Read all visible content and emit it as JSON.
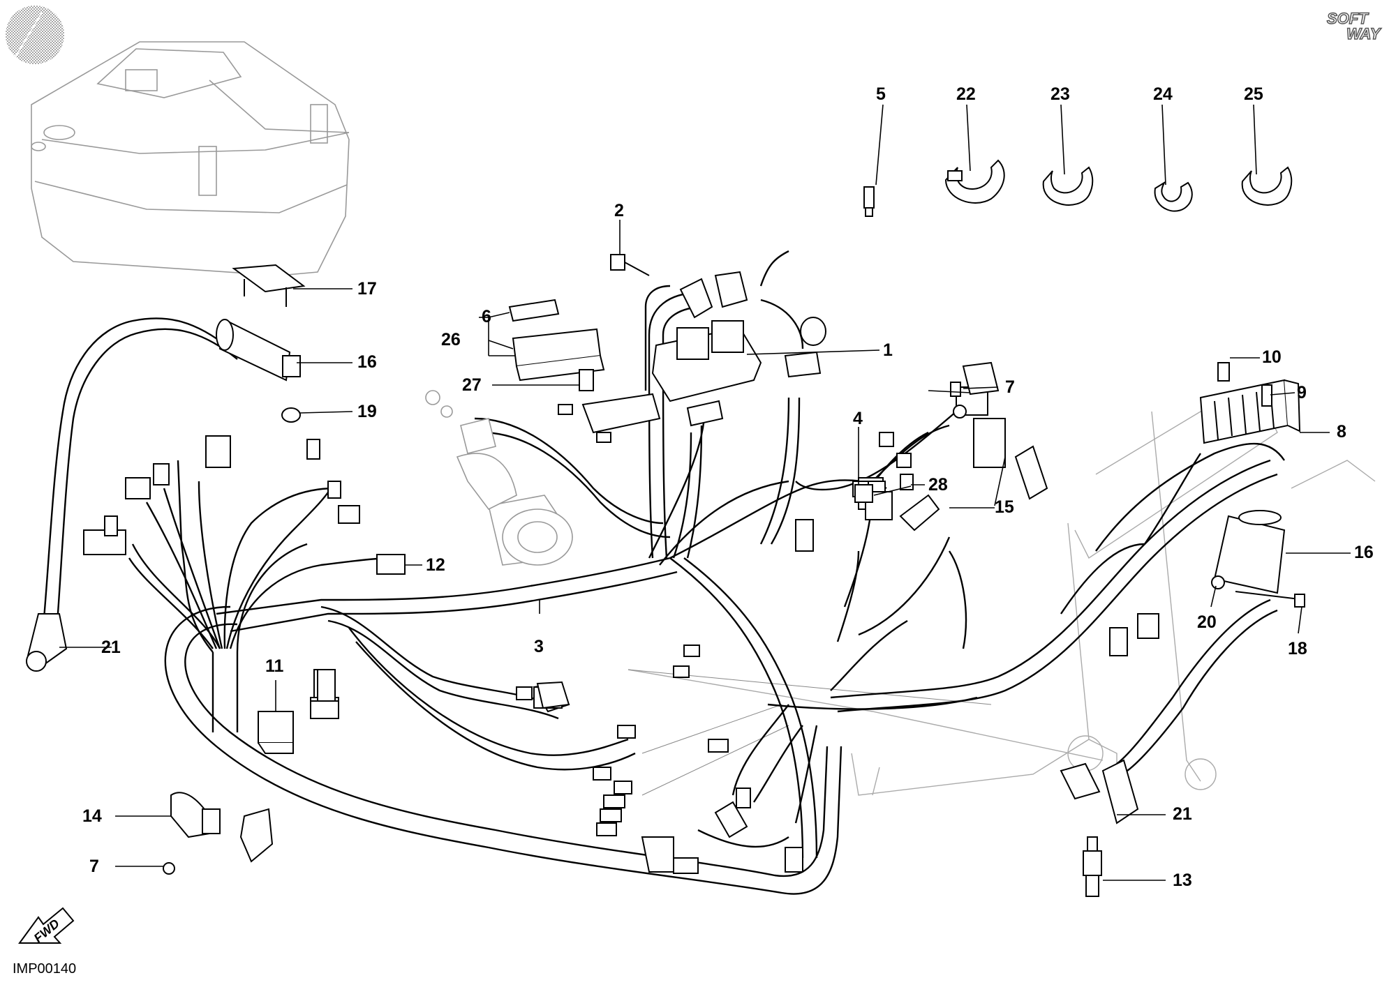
{
  "drawing_code": "IMP00140",
  "logo": {
    "line1": "SOFT",
    "line2": "WAY"
  },
  "fwd_arrow": "FWD",
  "callouts": [
    {
      "id": "c1",
      "text": "1"
    },
    {
      "id": "c2",
      "text": "2"
    },
    {
      "id": "c3",
      "text": "3"
    },
    {
      "id": "c4",
      "text": "4"
    },
    {
      "id": "c5",
      "text": "5"
    },
    {
      "id": "c6",
      "text": "6"
    },
    {
      "id": "c7a",
      "text": "7"
    },
    {
      "id": "c7b",
      "text": "7"
    },
    {
      "id": "c8",
      "text": "8"
    },
    {
      "id": "c9",
      "text": "9"
    },
    {
      "id": "c10",
      "text": "10"
    },
    {
      "id": "c11",
      "text": "11"
    },
    {
      "id": "c12",
      "text": "12"
    },
    {
      "id": "c13",
      "text": "13"
    },
    {
      "id": "c14",
      "text": "14"
    },
    {
      "id": "c15",
      "text": "15"
    },
    {
      "id": "c16a",
      "text": "16"
    },
    {
      "id": "c16b",
      "text": "16"
    },
    {
      "id": "c17",
      "text": "17"
    },
    {
      "id": "c18",
      "text": "18"
    },
    {
      "id": "c19",
      "text": "19"
    },
    {
      "id": "c20",
      "text": "20"
    },
    {
      "id": "c21a",
      "text": "21"
    },
    {
      "id": "c21b",
      "text": "21"
    },
    {
      "id": "c22",
      "text": "22"
    },
    {
      "id": "c23",
      "text": "23"
    },
    {
      "id": "c24",
      "text": "24"
    },
    {
      "id": "c25",
      "text": "25"
    },
    {
      "id": "c26",
      "text": "26"
    },
    {
      "id": "c27",
      "text": "27"
    },
    {
      "id": "c28",
      "text": "28"
    }
  ]
}
